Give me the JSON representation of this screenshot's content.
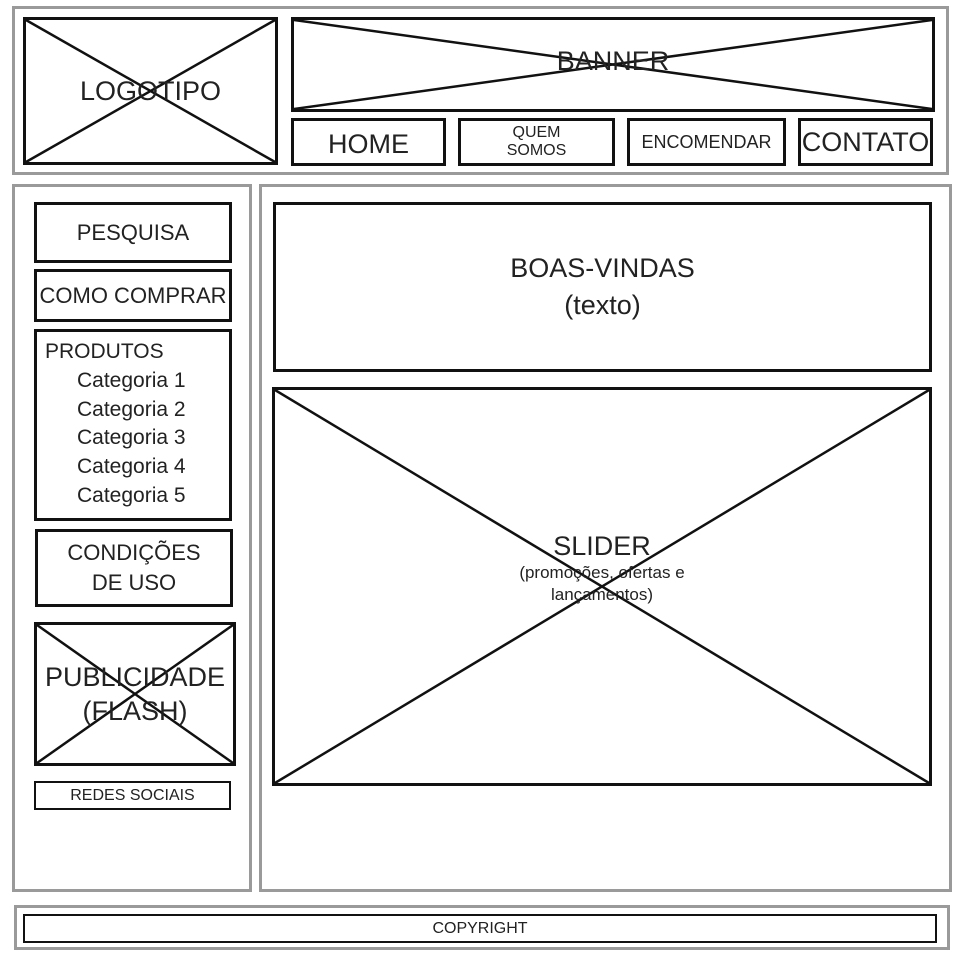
{
  "header": {
    "logo": "LOGOTIPO",
    "banner": "BANNER",
    "nav": [
      {
        "label": "HOME"
      },
      {
        "line1": "QUEM",
        "line2": "SOMOS"
      },
      {
        "label": "ENCOMENDAR"
      },
      {
        "label": "CONTATO"
      }
    ]
  },
  "sidebar": {
    "search": "PESQUISA",
    "how_to_buy": "COMO COMPRAR",
    "products": {
      "title": "PRODUTOS",
      "categories": [
        "Categoria 1",
        "Categoria 2",
        "Categoria 3",
        "Categoria 4",
        "Categoria 5"
      ]
    },
    "terms": {
      "line1": "CONDIÇÕES",
      "line2": "DE USO"
    },
    "ad": {
      "line1": "PUBLICIDADE",
      "line2": "(FLASH)"
    },
    "social": "REDES SOCIAIS"
  },
  "main": {
    "welcome": {
      "line1": "BOAS-VINDAS",
      "line2": "(texto)"
    },
    "slider": {
      "title": "SLIDER",
      "line1": "(promoções, ofertas e",
      "line2": "lançamentos)"
    }
  },
  "footer": {
    "copyright": "COPYRIGHT"
  }
}
